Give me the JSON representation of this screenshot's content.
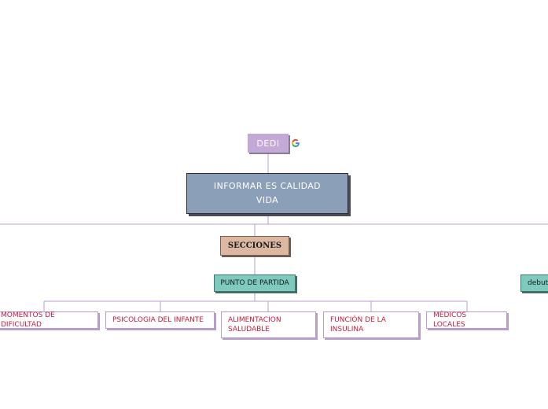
{
  "map": {
    "top_node": "DEDI",
    "root": "INFORMAR ES CALIDAD VIDA",
    "sections": "SECCIONES",
    "branch_left": "PUNTO DE PARTIDA",
    "branch_right": "debut",
    "leaves": [
      "MOMENTOS DE DIFICULTAD",
      "PSICOLOGIA DEL INFANTE",
      "ALIMENTACION SALUDABLE",
      "FUNCIÓN DE LA INSULINA",
      "MÉDICOS LOCALES"
    ]
  },
  "icons": {
    "top_node_badge": "google-icon"
  },
  "colors": {
    "connector": "#b79ccc",
    "top_node": "#c4a8d6",
    "root": "#8c9fb9",
    "sections": "#dcb7a1",
    "branch": "#7ecbbd",
    "leaf_text": "#c41a3a"
  }
}
